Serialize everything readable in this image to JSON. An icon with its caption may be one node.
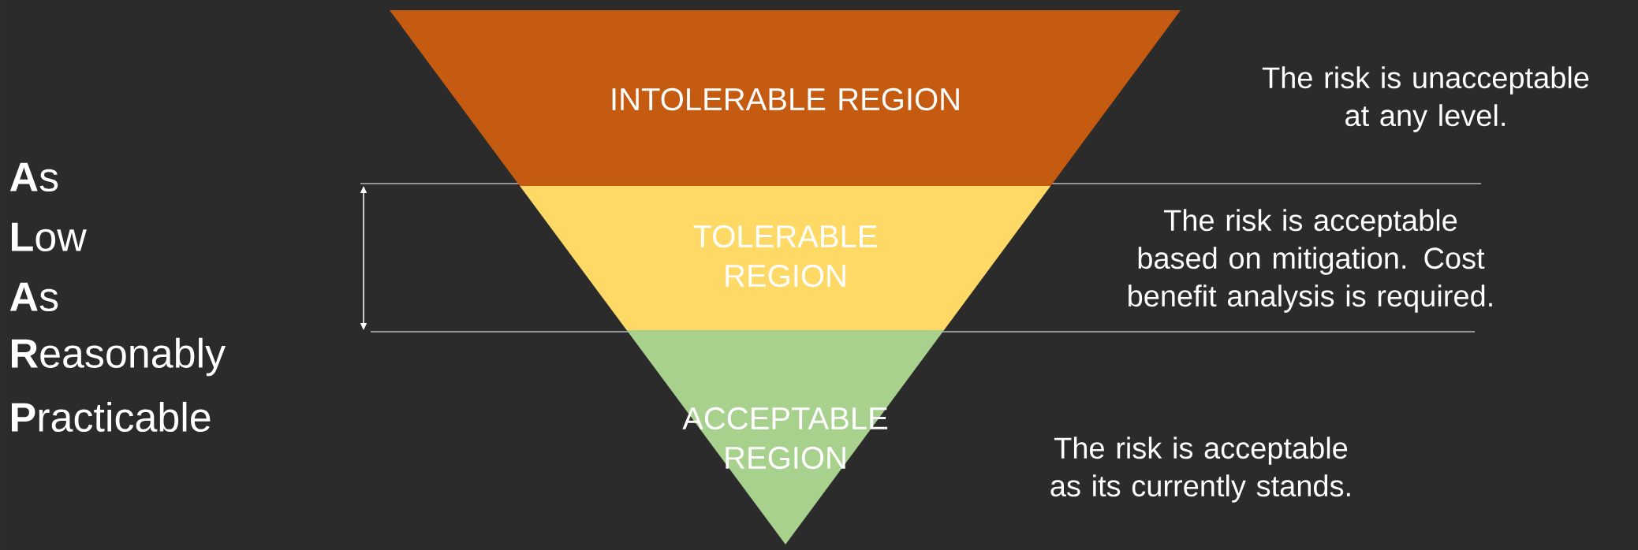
{
  "diagram": {
    "nodes": [
      {
        "text": [
          "INTOLERABLE REGION"
        ]
      },
      {
        "text": [
          "TOLERABLE REGION"
        ]
      },
      {
        "text": [
          "ACCEPTABLE REGION"
        ]
      }
    ],
    "labels": [
      "The risk is unacceptable at any level.",
      "**A**s",
      "**L**ow",
      "The risk is acceptable based on mitigation. Cost benefit analysis is required.",
      "**A**s",
      "**R**easonably",
      "**P**racticable",
      "The risk is acceptable as its currently stands."
    ]
  }
}
